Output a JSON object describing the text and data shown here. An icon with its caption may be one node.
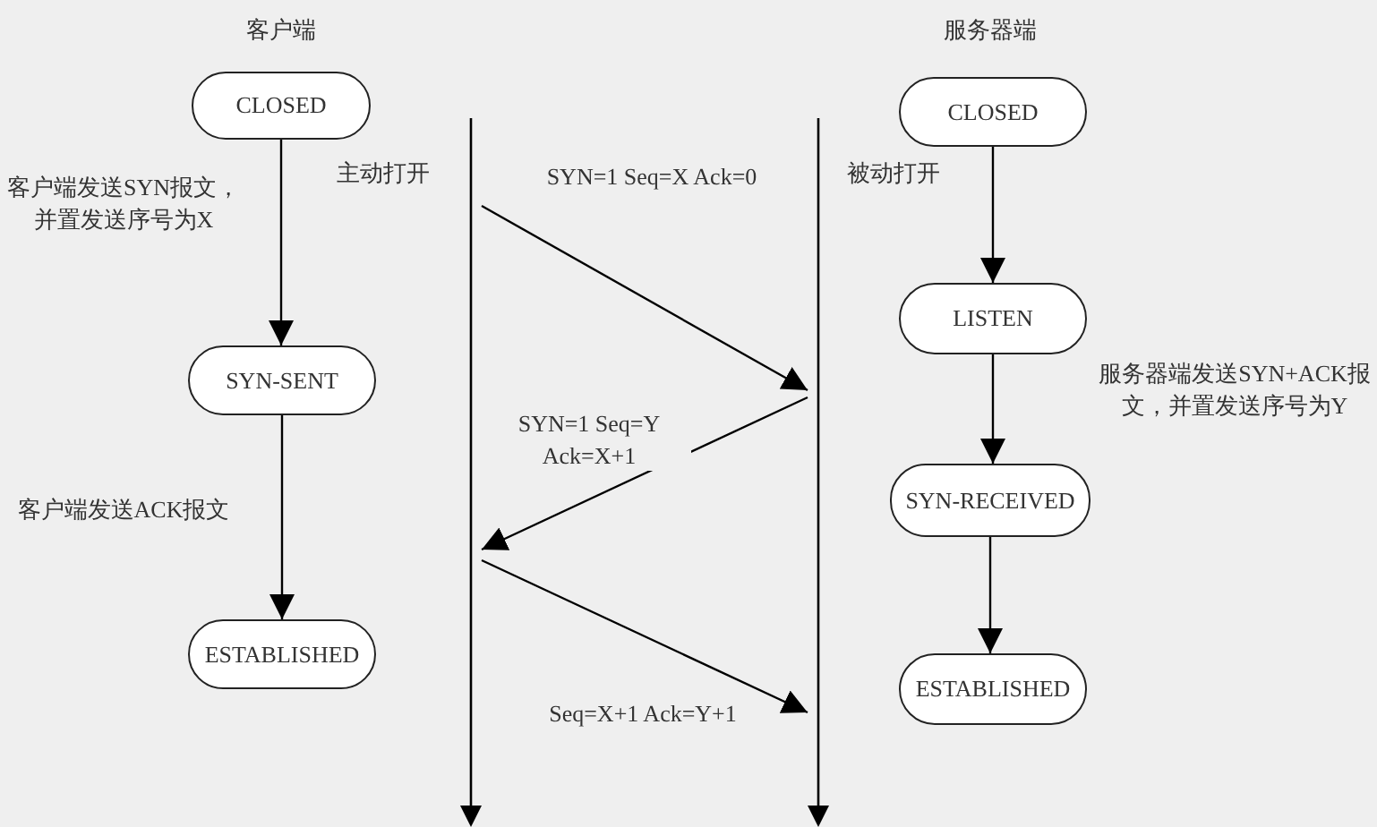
{
  "diagram": {
    "nodes": [
      {
        "text": [
          "CLOSED"
        ]
      },
      {
        "text": [
          "SYN-SENT"
        ]
      },
      {
        "text": [
          "ESTABLISHED"
        ]
      },
      {
        "text": [
          "CLOSED"
        ]
      },
      {
        "text": [
          "LISTEN"
        ]
      },
      {
        "text": [
          "SYN-RECEIVED"
        ]
      },
      {
        "text": [
          "ESTABLISHED"
        ]
      },
      {
        "text": [],
        "shape": "bar"
      },
      {
        "text": [],
        "shape": "bar"
      }
    ],
    "edges": [
      {
        "from": 0,
        "to": 1,
        "arrow": "to"
      },
      {
        "from": 1,
        "to": 2,
        "arrow": "to"
      },
      {
        "from": 3,
        "to": 4,
        "arrow": "to"
      },
      {
        "from": 4,
        "to": 5,
        "arrow": "to"
      },
      {
        "from": 5,
        "to": 6,
        "arrow": "to"
      },
      {
        "from": 7,
        "to": 8,
        "arrow": "to",
        "label": "SYN=1 Seq=X Ack=0"
      },
      {
        "from": 8,
        "to": 7,
        "arrow": "to",
        "label": "SYN=1 Seq=Y Ack=X+1"
      },
      {
        "from": 7,
        "to": 8,
        "arrow": "to",
        "label": "Seq=X+1 Ack=Y+1"
      }
    ],
    "labels": [
      "客户端",
      "服务器端",
      "客户端发送SYN报文，并置发送序号为X",
      "主动打开",
      "被动打开",
      "服务器端发送SYN+ACK报文，并置发送序号为Y",
      "客户端发送ACK报文"
    ]
  }
}
